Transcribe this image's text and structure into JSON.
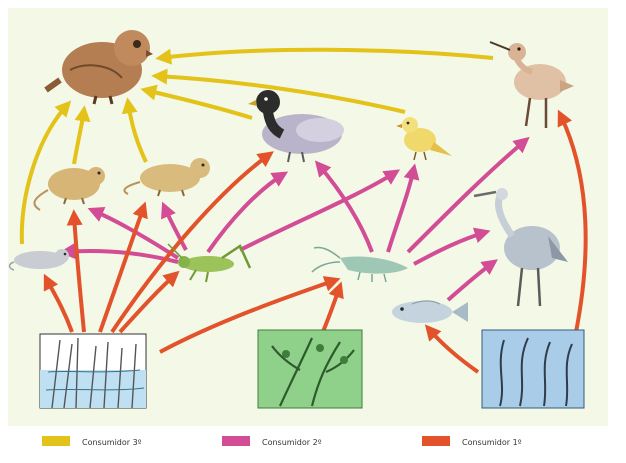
{
  "diagram": {
    "background": "#f4f8e6",
    "colors": {
      "tertiary": "#e3c21a",
      "secondary": "#d24d96",
      "primary": "#e2522b"
    },
    "legend": [
      {
        "label": "Consumidor 3º",
        "color": "#e3c21a"
      },
      {
        "label": "Consumidor 2º",
        "color": "#d24d96"
      },
      {
        "label": "Consumidor 1º",
        "color": "#e2522b"
      }
    ],
    "organisms": [
      "owl",
      "curlew",
      "duck",
      "canary",
      "rat",
      "mouse",
      "vole",
      "grasshopper",
      "shrimp",
      "heron",
      "fish",
      "reed-producer",
      "aquatic-plant-producer",
      "seaweed-producer"
    ]
  }
}
